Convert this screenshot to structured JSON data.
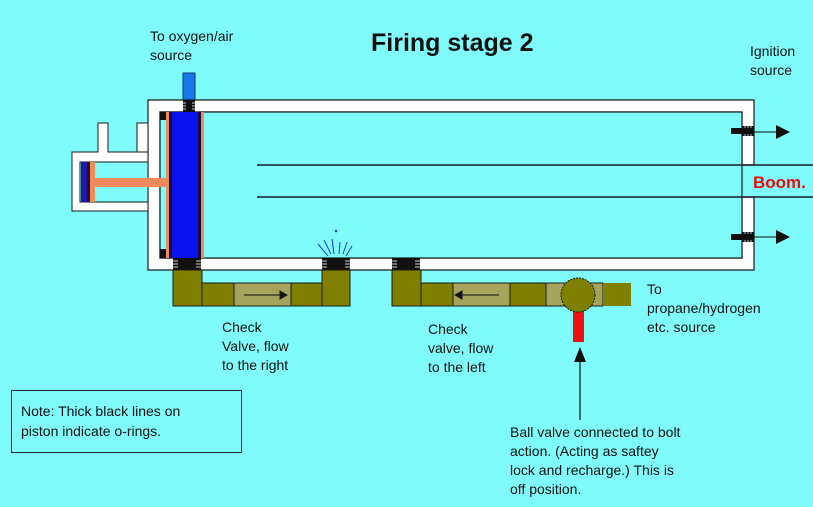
{
  "title": "Firing stage 2",
  "labels": {
    "oxygen_source": "To oxygen/air\nsource",
    "ignition_source": "Ignition\nsource",
    "boom": "Boom.",
    "check_valve_right": "Check\nValve, flow\nto the right",
    "check_valve_left": "Check\nvalve, flow\nto the left",
    "fuel_source": "To\npropane/hydrogen\netc. source",
    "ball_valve": "Ball valve connected to bolt\naction. (Acting as saftey\nlock and recharge.) This is\noff position."
  },
  "note": "Note: Thick black lines on\npiston indicate o-rings.",
  "state": {
    "ball_valve_position": "off",
    "check_valve_1_direction": "right",
    "check_valve_2_direction": "left"
  },
  "colors": {
    "background": "#80fbfb",
    "chamber_wall": "#ffffff",
    "piston": "#0a12f0",
    "piston_rod": "#f08a5d",
    "valve_body": "#808000",
    "valve_light": "#a6a45c",
    "ball_valve_handle": "#ee1111",
    "oxygen_inlet": "#1677e8",
    "boom_text": "#e31010"
  }
}
